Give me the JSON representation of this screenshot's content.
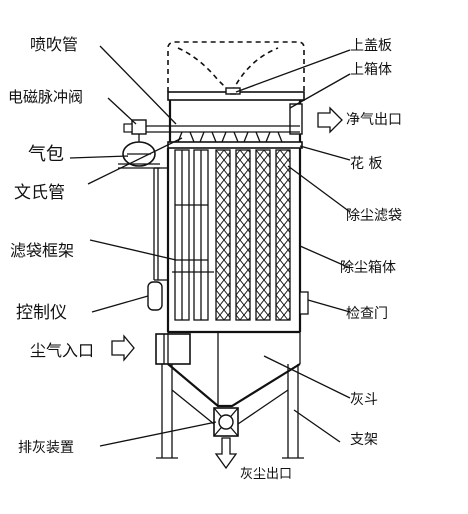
{
  "labels": {
    "pulse_pipe": "喷吹管",
    "solenoid_valve": "电磁脉冲阀",
    "air_bag": "气包",
    "venturi": "文氏管",
    "bag_cage": "滤袋框架",
    "controller": "控制仪",
    "dust_inlet": "尘气入口",
    "ash_discharge": "排灰装置",
    "upper_cover": "上盖板",
    "upper_box": "上箱体",
    "clean_outlet": "净气出口",
    "tube_sheet": "花  板",
    "filter_bag": "除尘滤袋",
    "dust_box": "除尘箱体",
    "inspection_door": "检查门",
    "ash_hopper": "灰斗",
    "support": "支架",
    "dust_outlet": "灰尘出口"
  }
}
